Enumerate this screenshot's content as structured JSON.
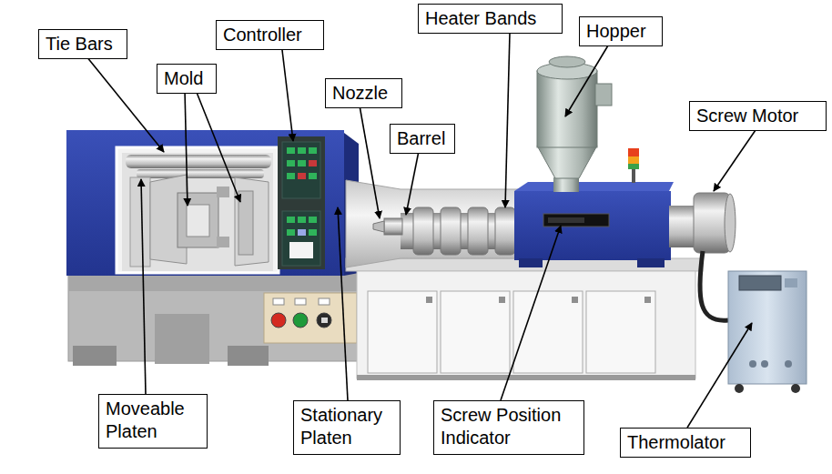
{
  "diagram": {
    "nodes": [
      {
        "text": [
          "Heater Bands"
        ]
      },
      {
        "text": [
          "Hopper"
        ]
      },
      {
        "text": [
          "Controller"
        ]
      },
      {
        "text": [
          "Tie Bars"
        ]
      },
      {
        "text": [
          "Mold"
        ]
      },
      {
        "text": [
          "Nozzle"
        ]
      },
      {
        "text": [
          "Screw Motor"
        ]
      },
      {
        "text": [
          "Barrel"
        ]
      },
      {
        "text": [
          "Moveable Platen"
        ]
      },
      {
        "text": [
          "Stationary Platen"
        ]
      },
      {
        "text": [
          "Screw Position Indicator"
        ]
      },
      {
        "text": [
          "Thermolator"
        ]
      }
    ]
  }
}
